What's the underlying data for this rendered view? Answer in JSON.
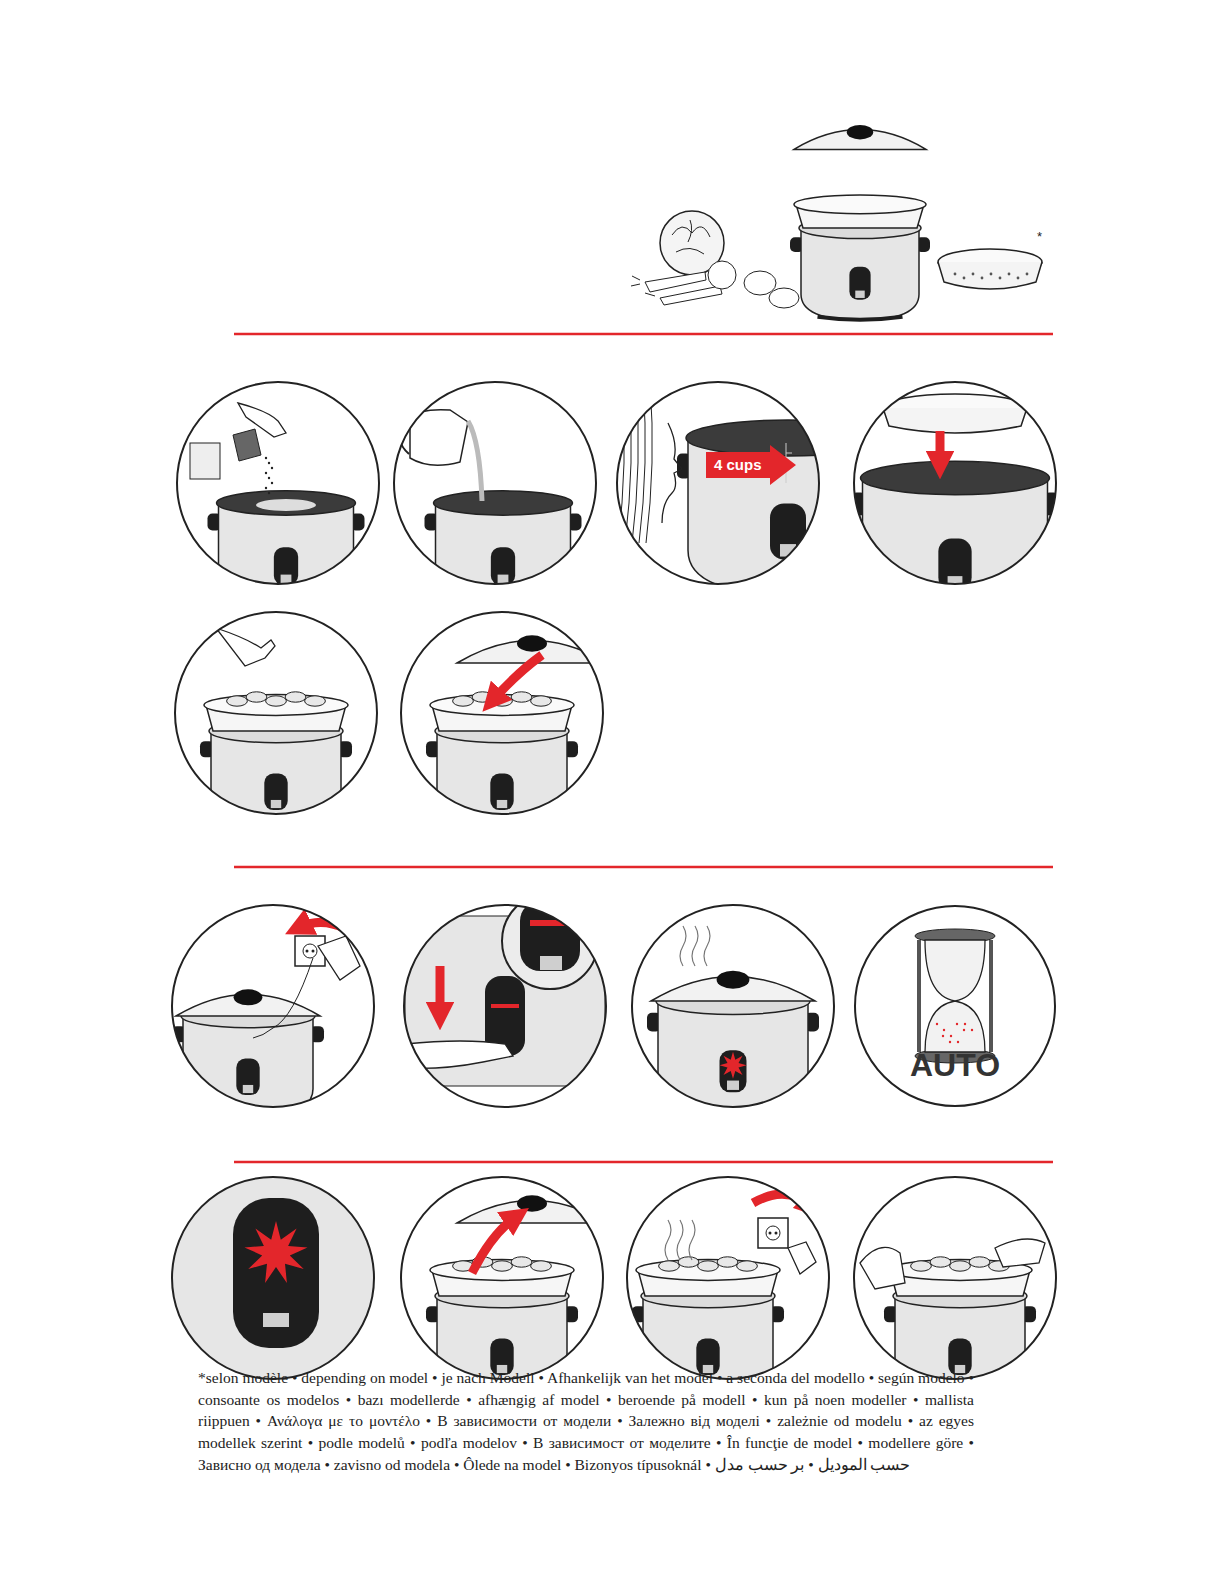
{
  "diagram": {
    "nodes": [
      {
        "text": [
          "4 cups"
        ]
      },
      {
        "text": [
          "AUTO"
        ]
      }
    ],
    "labels": [
      "*",
      "*selon modèle • depending on model • je nach Modell • Afhankelijk van het model • a seconda del modello • según modelo • consoante os modelos • bazı modellerde • afhængig af model • beroende på modell • kun på noen modeller • mallista riippuen • Ανάλογα με το μοντέλο • В зависимости от модели • Залежно від моделі • zależnie od modelu • az egyes modellek szerint • podle modelů • podľa modelov • В зависимост от моделите • În funcţie de model • modellere göre • Зависно од модела • zavisno od modela • Ôlede na model • Bizonyos típusoknál • حسب الموديل • بر حسب مدل"
    ]
  }
}
